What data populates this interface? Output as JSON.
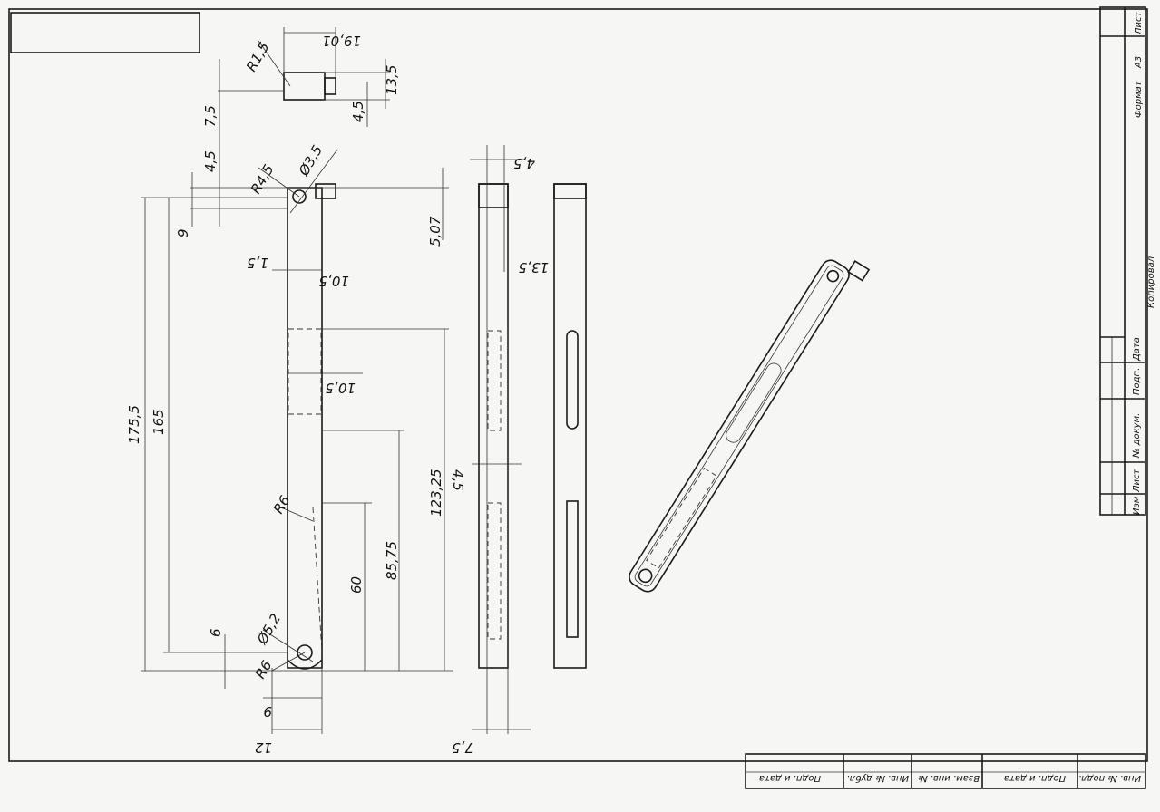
{
  "title_block": {
    "sheet_label": "Лист",
    "format_label": "Формат",
    "format_value": "А3",
    "copied_label": "Копировал",
    "columns": [
      "Изм",
      "Лист",
      "№ докум.",
      "Подп.",
      "Дата"
    ]
  },
  "side_strip": {
    "cells": [
      "Инв. № подл.",
      "Подп. и дата",
      "Взам. инв. №",
      "Инв. № дубл.",
      "Подп. и дата"
    ]
  },
  "dimensions": {
    "head_width": "19,01",
    "head_height": "13,5",
    "head_slot": "4,5",
    "head_radius": "R1,5",
    "head_offset": "7,5",
    "top_offset": "4,5",
    "top_radius": "R4,5",
    "top_hole": "Ø3,5",
    "side_slot_width": "4,5",
    "top_hole_offset": "9",
    "top_height": "5,07",
    "wall": "1,5",
    "bar_width_top": "10,5",
    "side_height": "13,5",
    "bar_width_mid": "10,5",
    "overall_length": "175,5",
    "hole_spacing": "165",
    "slot_top": "123,25",
    "side_slot_mid": "4,5",
    "slot_radius": "R6",
    "slot_mid": "85,75",
    "slot_length": "60",
    "bottom_offset": "6",
    "bottom_hole": "Ø5,2",
    "bottom_radius": "R6",
    "bottom_width_inner": "9",
    "bottom_width": "12",
    "side_width": "7,5"
  }
}
